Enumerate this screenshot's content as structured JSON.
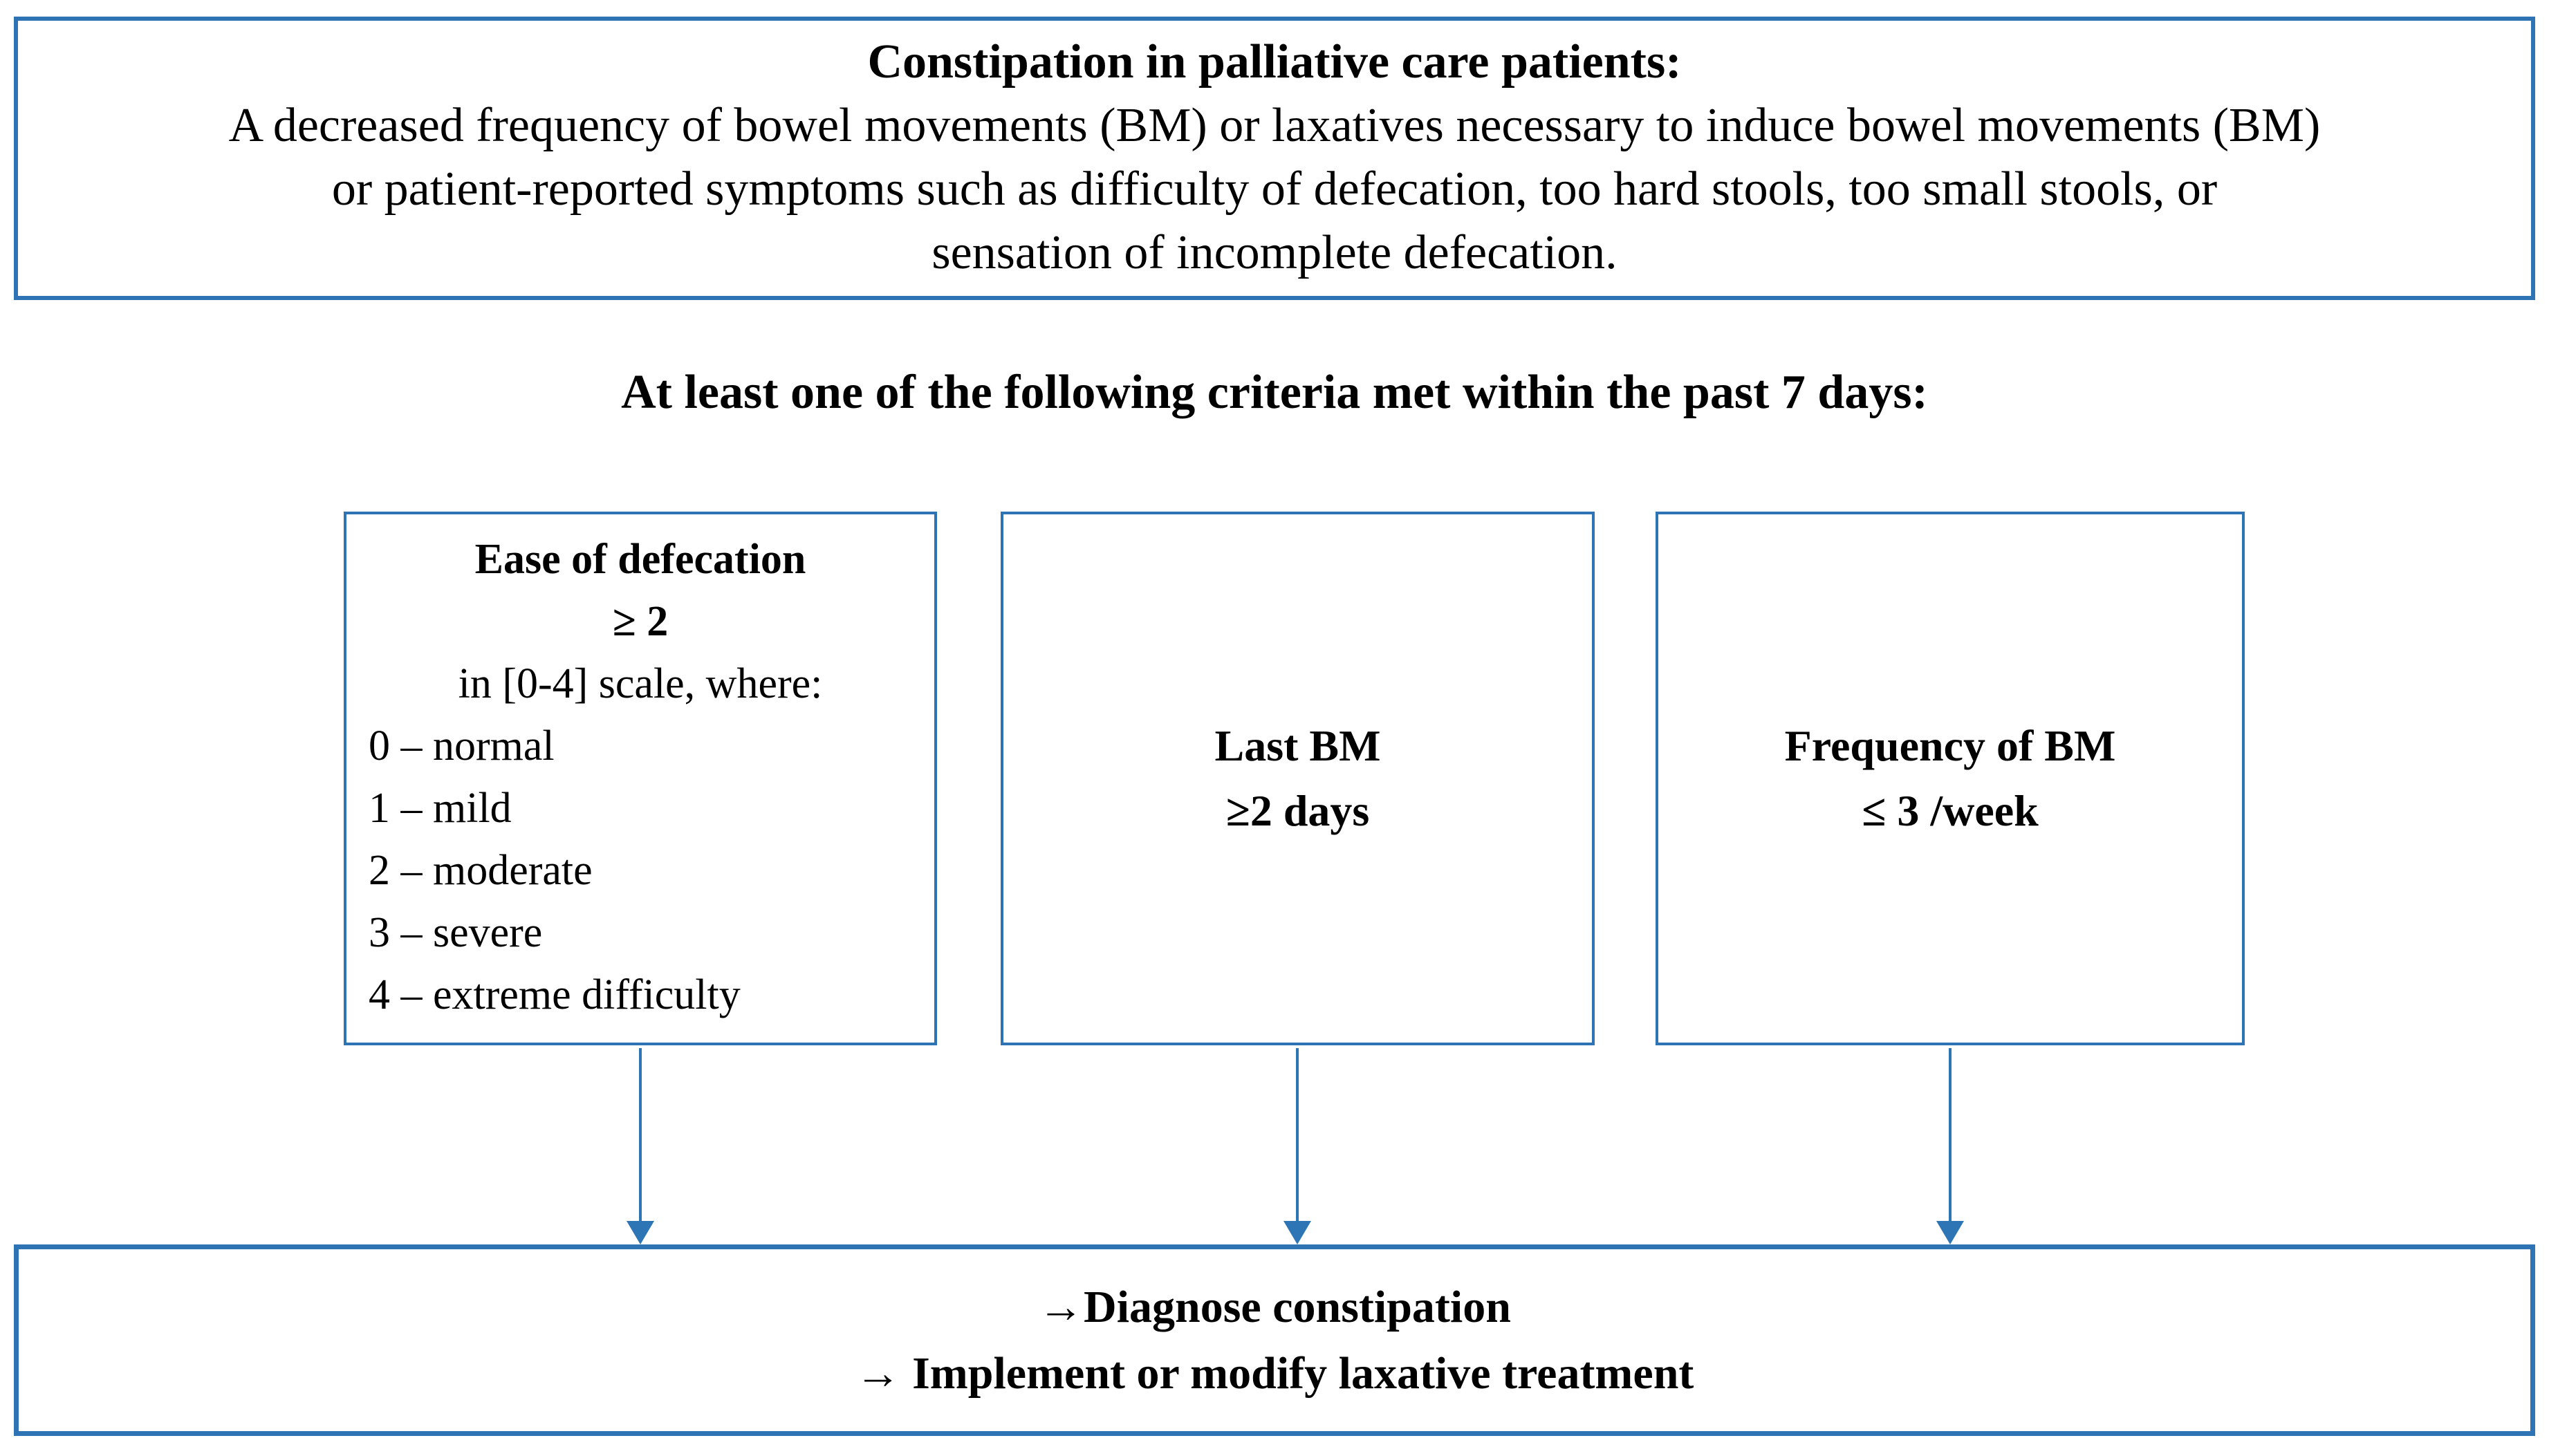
{
  "palette": {
    "border_blue": "#2E74B5",
    "arrow_blue": "#2E75B6",
    "text_black": "#000000",
    "background": "#FFFFFF"
  },
  "definition_box": {
    "title": "Constipation in palliative care patients:",
    "lines": [
      "A decreased frequency of bowel movements (BM) or laxatives necessary to induce bowel movements (BM)",
      "or patient-reported symptoms such as difficulty of defecation, too hard stools, too small stools, or",
      "sensation of incomplete defecation."
    ]
  },
  "criteria_heading": "At least one of the following criteria met within the past 7 days:",
  "criteria_boxes": [
    {
      "id": "ease-of-defecation",
      "title_lines": [
        "Ease of defecation",
        "≥ 2"
      ],
      "subtitle": "in [0-4] scale, where:",
      "scale_items": [
        "0 – normal",
        "1 – mild",
        "2 – moderate",
        "3 – severe",
        "4 – extreme difficulty"
      ]
    },
    {
      "id": "last-bm",
      "title_lines": [
        "Last BM",
        "≥2 days"
      ]
    },
    {
      "id": "frequency-of-bm",
      "title_lines": [
        "Frequency of BM",
        "≤ 3 /week"
      ]
    }
  ],
  "outcome_box": {
    "lines": [
      "→Diagnose constipation",
      "→ Implement or modify laxative treatment"
    ]
  }
}
